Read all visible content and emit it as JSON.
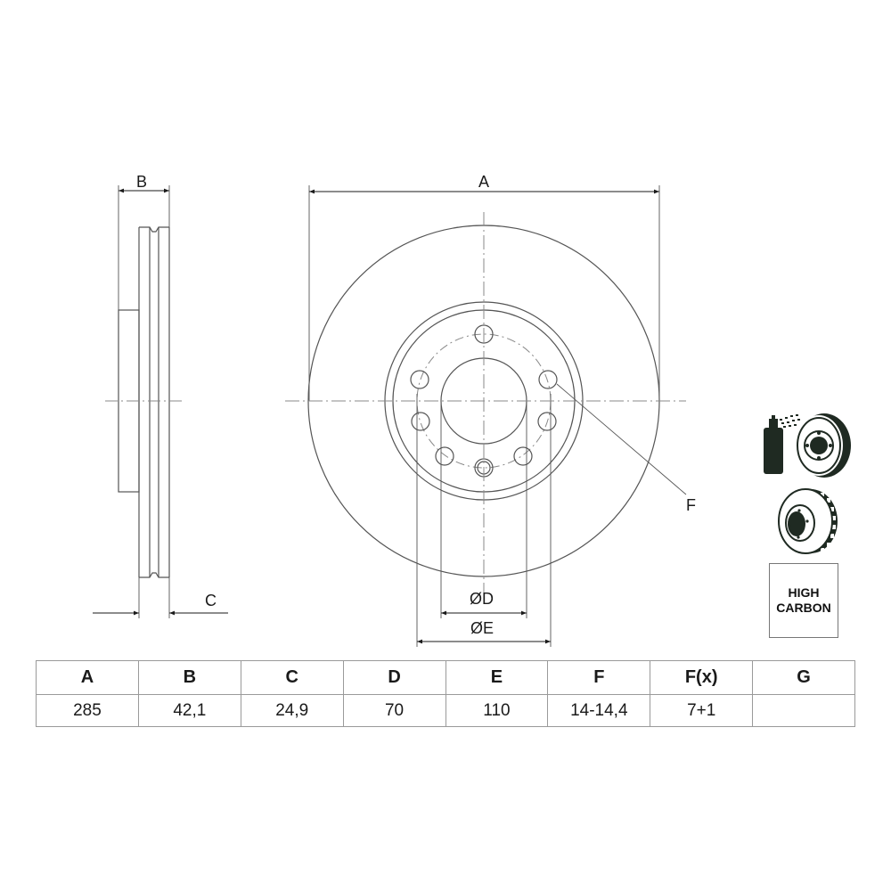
{
  "drawing": {
    "side_view": {
      "dimension_labels": {
        "B": "B",
        "C": "C"
      }
    },
    "front_view": {
      "dimension_labels": {
        "A": "A",
        "F": "F",
        "D": "ØD",
        "E": "ØE"
      },
      "bolt_holes": 7,
      "locating_holes": 1
    }
  },
  "pictograms": {
    "coated": "spray-coating-icon",
    "vented": "vented-disc-icon",
    "badge": {
      "line1": "HIGH",
      "line2": "CARBON"
    }
  },
  "spec_table": {
    "headers": [
      "A",
      "B",
      "C",
      "D",
      "E",
      "F",
      "F(x)",
      "G"
    ],
    "values": [
      "285",
      "42,1",
      "24,9",
      "70",
      "110",
      "14-14,4",
      "7+1",
      ""
    ]
  },
  "colors": {
    "line": "#555555",
    "centerline": "#888888",
    "table_border": "#9a9a9a",
    "pictogram": "#1f2a22"
  }
}
